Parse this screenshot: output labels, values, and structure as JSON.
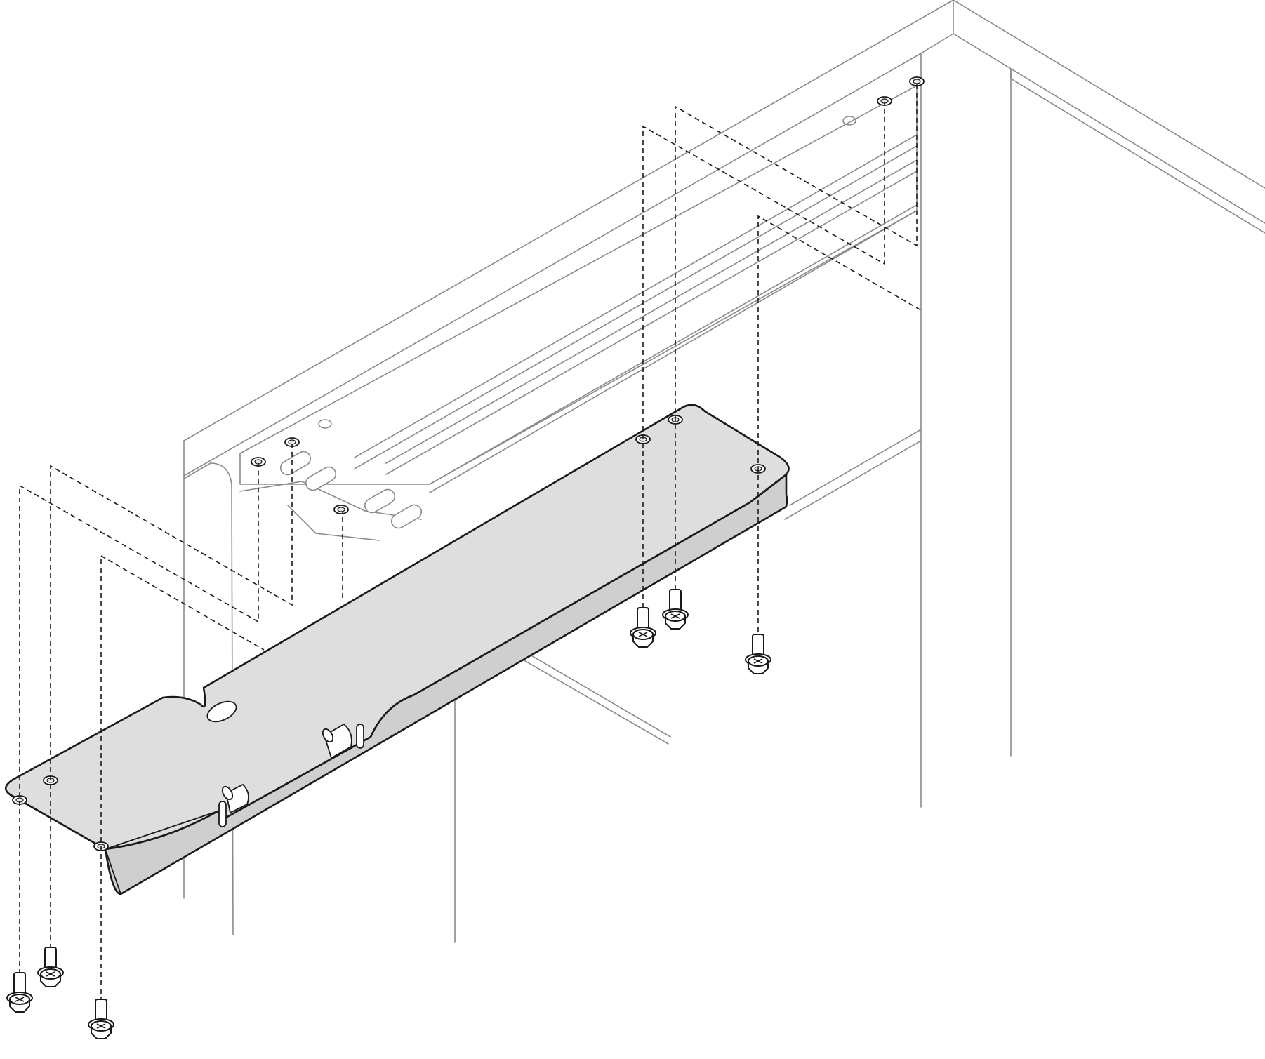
{
  "diagram": {
    "type": "mechanical-assembly-illustration",
    "components": [
      "rack-frame",
      "rear-rail",
      "mounting-bracket",
      "screw"
    ],
    "screws_total": 6,
    "screws_left_group": 3,
    "screws_right_group": 3,
    "frame_color": "#8a8a8a",
    "line_color": "#1a1a1a",
    "bracket_fill_color": "#dedede"
  }
}
